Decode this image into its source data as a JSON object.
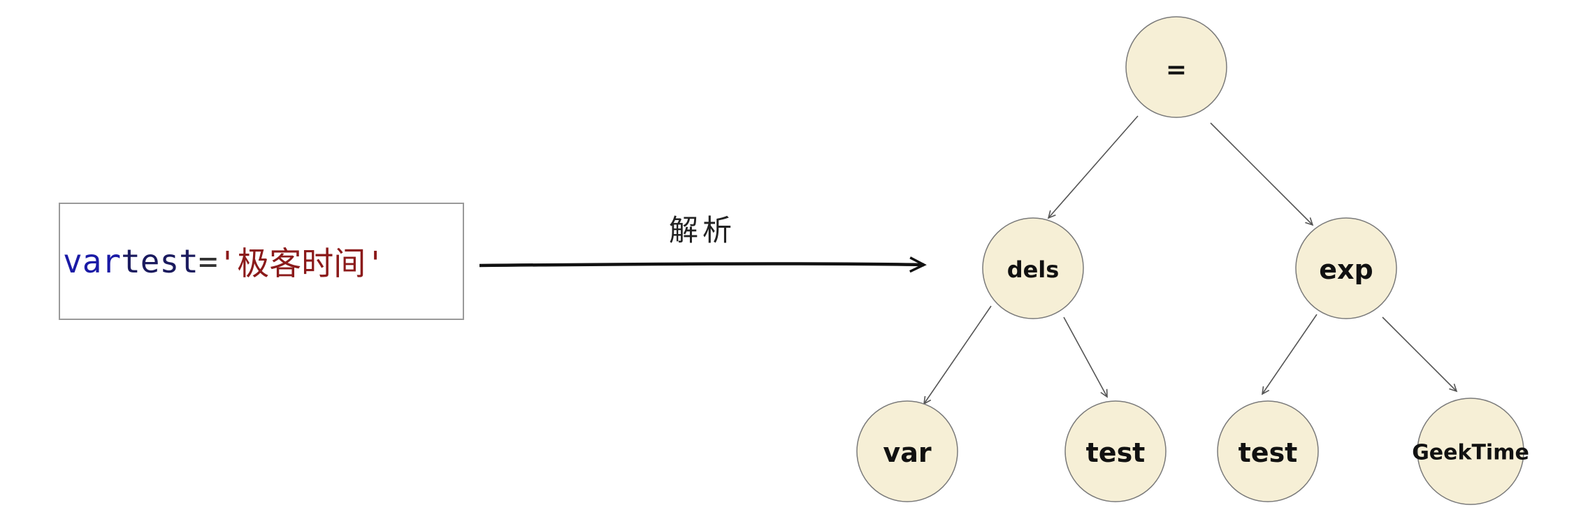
{
  "code": {
    "keyword": "var",
    "identifier": "test",
    "operator": "=",
    "string": "'极客时间'"
  },
  "arrow": {
    "label": "解析"
  },
  "tree": {
    "root": "=",
    "left": "dels",
    "right": "exp",
    "left_left": "var",
    "left_right": "test",
    "right_left": "test",
    "right_right": "GeekTime"
  },
  "colors": {
    "node_fill": "#f6efd6",
    "keyword": "#1a1aa6",
    "string": "#8b1a1a"
  }
}
